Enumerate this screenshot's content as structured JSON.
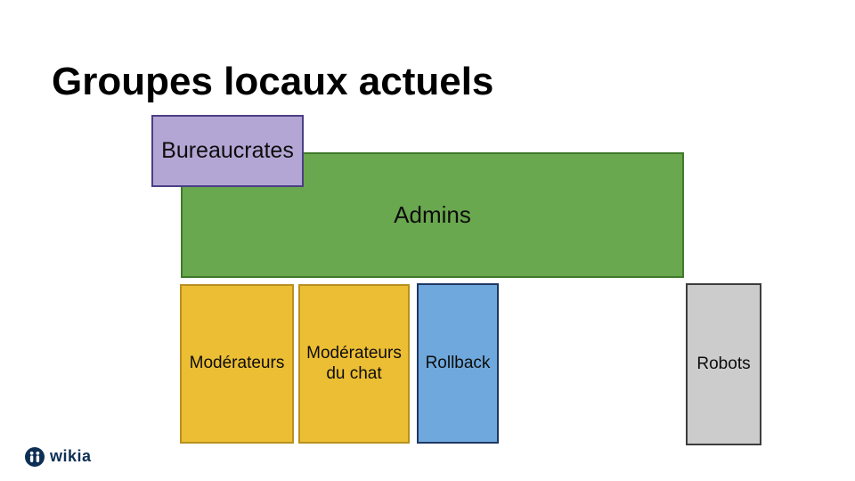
{
  "title": "Groupes locaux actuels",
  "groups": [
    {
      "name": "bureaucrates",
      "label": "Bureaucrates",
      "fill": "#b3a6d4",
      "border": "#4b3f86"
    },
    {
      "name": "admins",
      "label": "Admins",
      "fill": "#6aa84f",
      "border": "#3f7a2a"
    },
    {
      "name": "moderateurs",
      "label": "Modérateurs",
      "fill": "#ecbe34",
      "border": "#b8901f"
    },
    {
      "name": "moderateurs-du-chat",
      "label": "Modérateurs\ndu chat",
      "fill": "#ecbe34",
      "border": "#b8901f"
    },
    {
      "name": "rollback",
      "label": "Rollback",
      "fill": "#6fa8dc",
      "border": "#1f3864"
    },
    {
      "name": "robots",
      "label": "Robots",
      "fill": "#cccccc",
      "border": "#3d3d3d"
    }
  ],
  "footer": {
    "logo_text": "wikia",
    "logo_color": "#0e2f55",
    "logo_icon": "wikia-people-icon"
  }
}
